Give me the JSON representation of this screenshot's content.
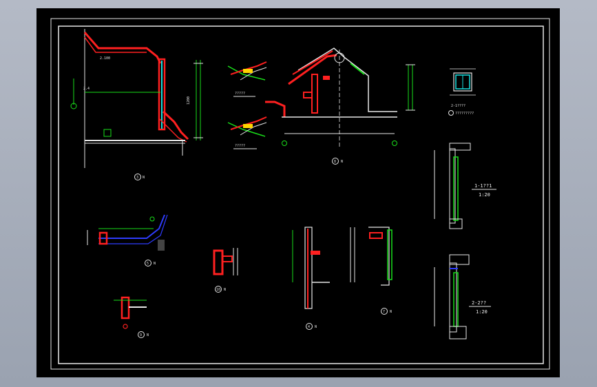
{
  "app": {
    "title": "AutoCAD drawing viewport",
    "background_color": "#000000",
    "frame_color": "#ffffff"
  },
  "details": {
    "detail_1": {
      "marker": "3",
      "label": "N"
    },
    "detail_roof": {
      "marker": "8",
      "label": "N"
    },
    "detail_roof_label_a": "?????",
    "detail_roof_label_b": "?????",
    "detail_box_title": "2-1????",
    "detail_box_sub": "?????????",
    "detail_5": {
      "marker": "5",
      "label": "N"
    },
    "detail_9": {
      "marker": "9",
      "label": "N"
    },
    "detail_10": {
      "marker": "10",
      "label": "N"
    },
    "detail_4": {
      "marker": "4",
      "label": "N"
    },
    "detail_7": {
      "marker": "7",
      "label": "N"
    },
    "section_1": {
      "title": "1-1??1",
      "scale": "1:20"
    },
    "section_2": {
      "title": "2-2??",
      "scale": "1:20"
    }
  },
  "colors": {
    "green": "#19e01a",
    "white": "#e8e8e8",
    "red": "#ff2020",
    "blue": "#2e3cff",
    "cyan": "#18e0e0"
  }
}
